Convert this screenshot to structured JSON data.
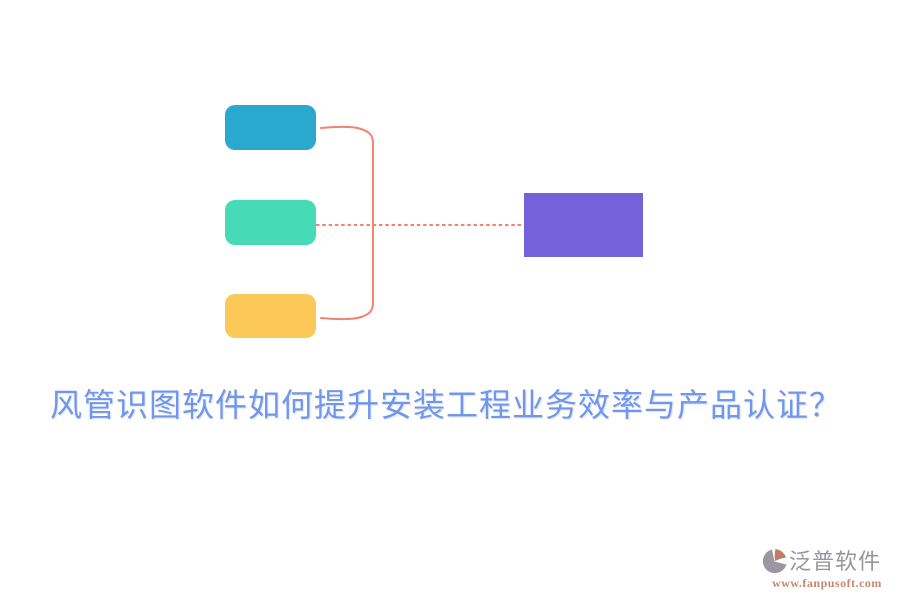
{
  "page": {
    "background_color": "#FFFFFF"
  },
  "headline": {
    "text": "风管识图软件如何提升安装工程业务效率与产品认证？",
    "color": "#7296EB"
  },
  "diagram": {
    "nodes": [
      {
        "id": "top-box",
        "shape": "rounded-rectangle",
        "color": "#2AA8CE",
        "label": ""
      },
      {
        "id": "middle-box",
        "shape": "rounded-rectangle",
        "color": "#46DBB6",
        "label": ""
      },
      {
        "id": "bottom-box",
        "shape": "rounded-rectangle",
        "color": "#FCC857",
        "label": ""
      },
      {
        "id": "result-box",
        "shape": "rectangle",
        "color": "#7561DA",
        "label": ""
      }
    ],
    "connector": {
      "color": "#F08473",
      "bracket_style": "solid",
      "link_style": "dotted"
    }
  },
  "watermark": {
    "brand": "泛普软件",
    "url": "www.fanpusoft.com",
    "brand_color": "#98959D",
    "url_color": "#C9866E",
    "icon": "fanpu-logo-icon",
    "icon_gray": "#9A97A0",
    "icon_accent": "#C27B68"
  }
}
